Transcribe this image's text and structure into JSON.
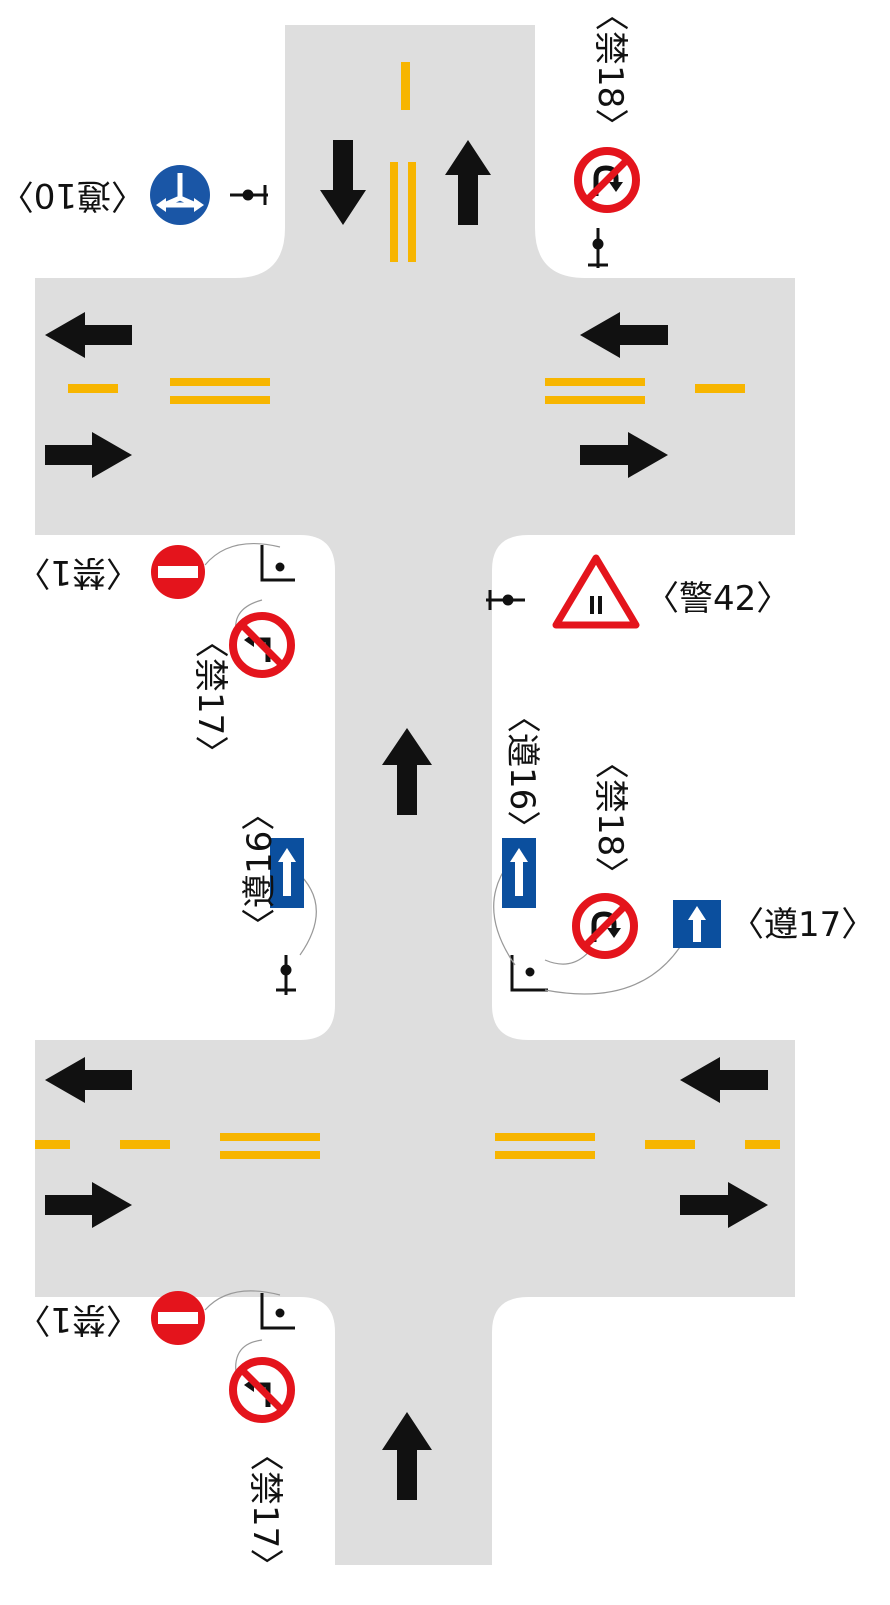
{
  "colors": {
    "road": "#dedede",
    "marking": "#f7b500",
    "arrow": "#111111",
    "prohibit": "#e4141c",
    "mandatory_round": "#1a56a6",
    "mandatory_rect": "#0b4f9e",
    "warning": "#e4141c"
  },
  "signs": {
    "jin18_top": "〈禁18〉",
    "zun10": "〈遵10〉",
    "jin1_mid": "〈禁1〉",
    "jin17_mid": "〈禁17〉",
    "zun16_left": "〈遵16〉",
    "jing42": "〈警42〉",
    "zun16_right": "〈遵16〉",
    "jin18_mid": "〈禁18〉",
    "zun17": "〈遵17〉",
    "jin1_bottom": "〈禁1〉",
    "jin17_bottom": "〈禁17〉"
  }
}
